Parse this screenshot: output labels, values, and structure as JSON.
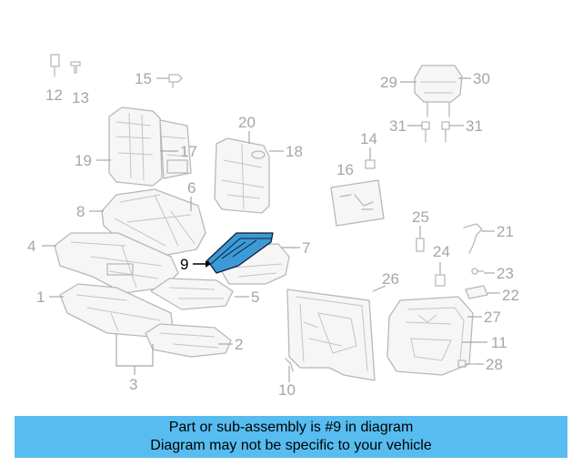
{
  "callouts": {
    "c1": "1",
    "c2": "2",
    "c3": "3",
    "c4": "4",
    "c5": "5",
    "c6": "6",
    "c7": "7",
    "c8": "8",
    "c9": "9",
    "c10": "10",
    "c11": "11",
    "c12": "12",
    "c13": "13",
    "c14": "14",
    "c15": "15",
    "c16": "16",
    "c17": "17",
    "c18": "18",
    "c19": "19",
    "c20": "20",
    "c21": "21",
    "c22": "22",
    "c23": "23",
    "c24": "24",
    "c25": "25",
    "c26": "26",
    "c27": "27",
    "c28": "28",
    "c29": "29",
    "c30": "30",
    "c31a": "31",
    "c31b": "31"
  },
  "highlighted_part": "9",
  "banner": {
    "line1": "Part or sub-assembly is #9 in diagram",
    "line2": "Diagram may not be specific to your vehicle"
  },
  "colors": {
    "highlight_fill": "#3d9ad6",
    "banner_background": "#57bdf0",
    "line_art": "#b8b8b8",
    "callout_text": "#a6a6a6"
  }
}
